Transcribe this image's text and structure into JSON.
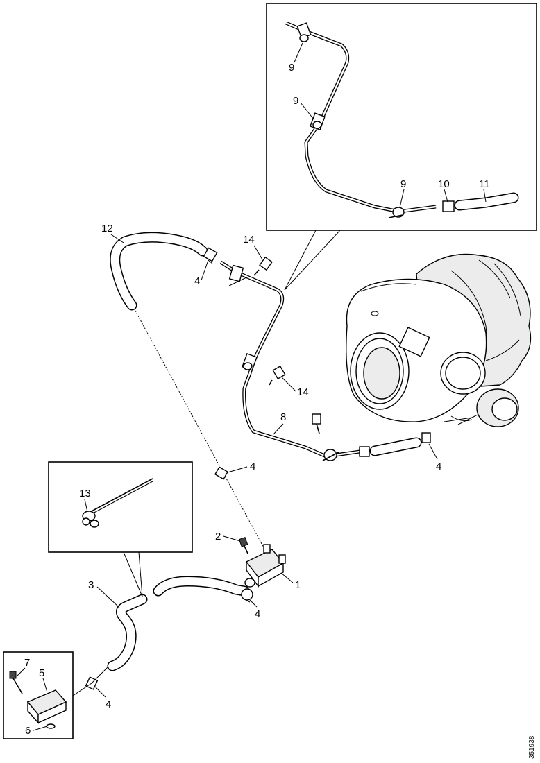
{
  "callouts": {
    "c1": "1",
    "c2": "2",
    "c3": "3",
    "c4a": "4",
    "c4b": "4",
    "c4c": "4",
    "c4d": "4",
    "c4e": "4",
    "c5": "5",
    "c6": "6",
    "c7": "7",
    "c8": "8",
    "c9a": "9",
    "c9b": "9",
    "c9c": "9",
    "c10": "10",
    "c11": "11",
    "c12": "12",
    "c13": "13",
    "c14a": "14",
    "c14b": "14"
  },
  "reference_number": "351938"
}
